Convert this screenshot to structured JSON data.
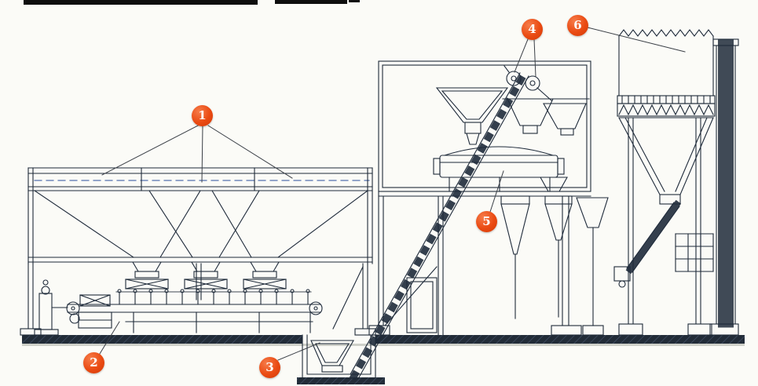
{
  "figure": {
    "type": "technical-diagram",
    "description_visible_text_only": true,
    "palette": {
      "badge": "#e8430e",
      "badge_text": "#ffffff",
      "line": "#1e2a3a",
      "dashed_centerline": "#2b4f9e",
      "ground": "#222c38",
      "background": "#fbfbf7"
    }
  },
  "callouts": [
    {
      "number": "1"
    },
    {
      "number": "2"
    },
    {
      "number": "3"
    },
    {
      "number": "4"
    },
    {
      "number": "5"
    },
    {
      "number": "6"
    }
  ]
}
